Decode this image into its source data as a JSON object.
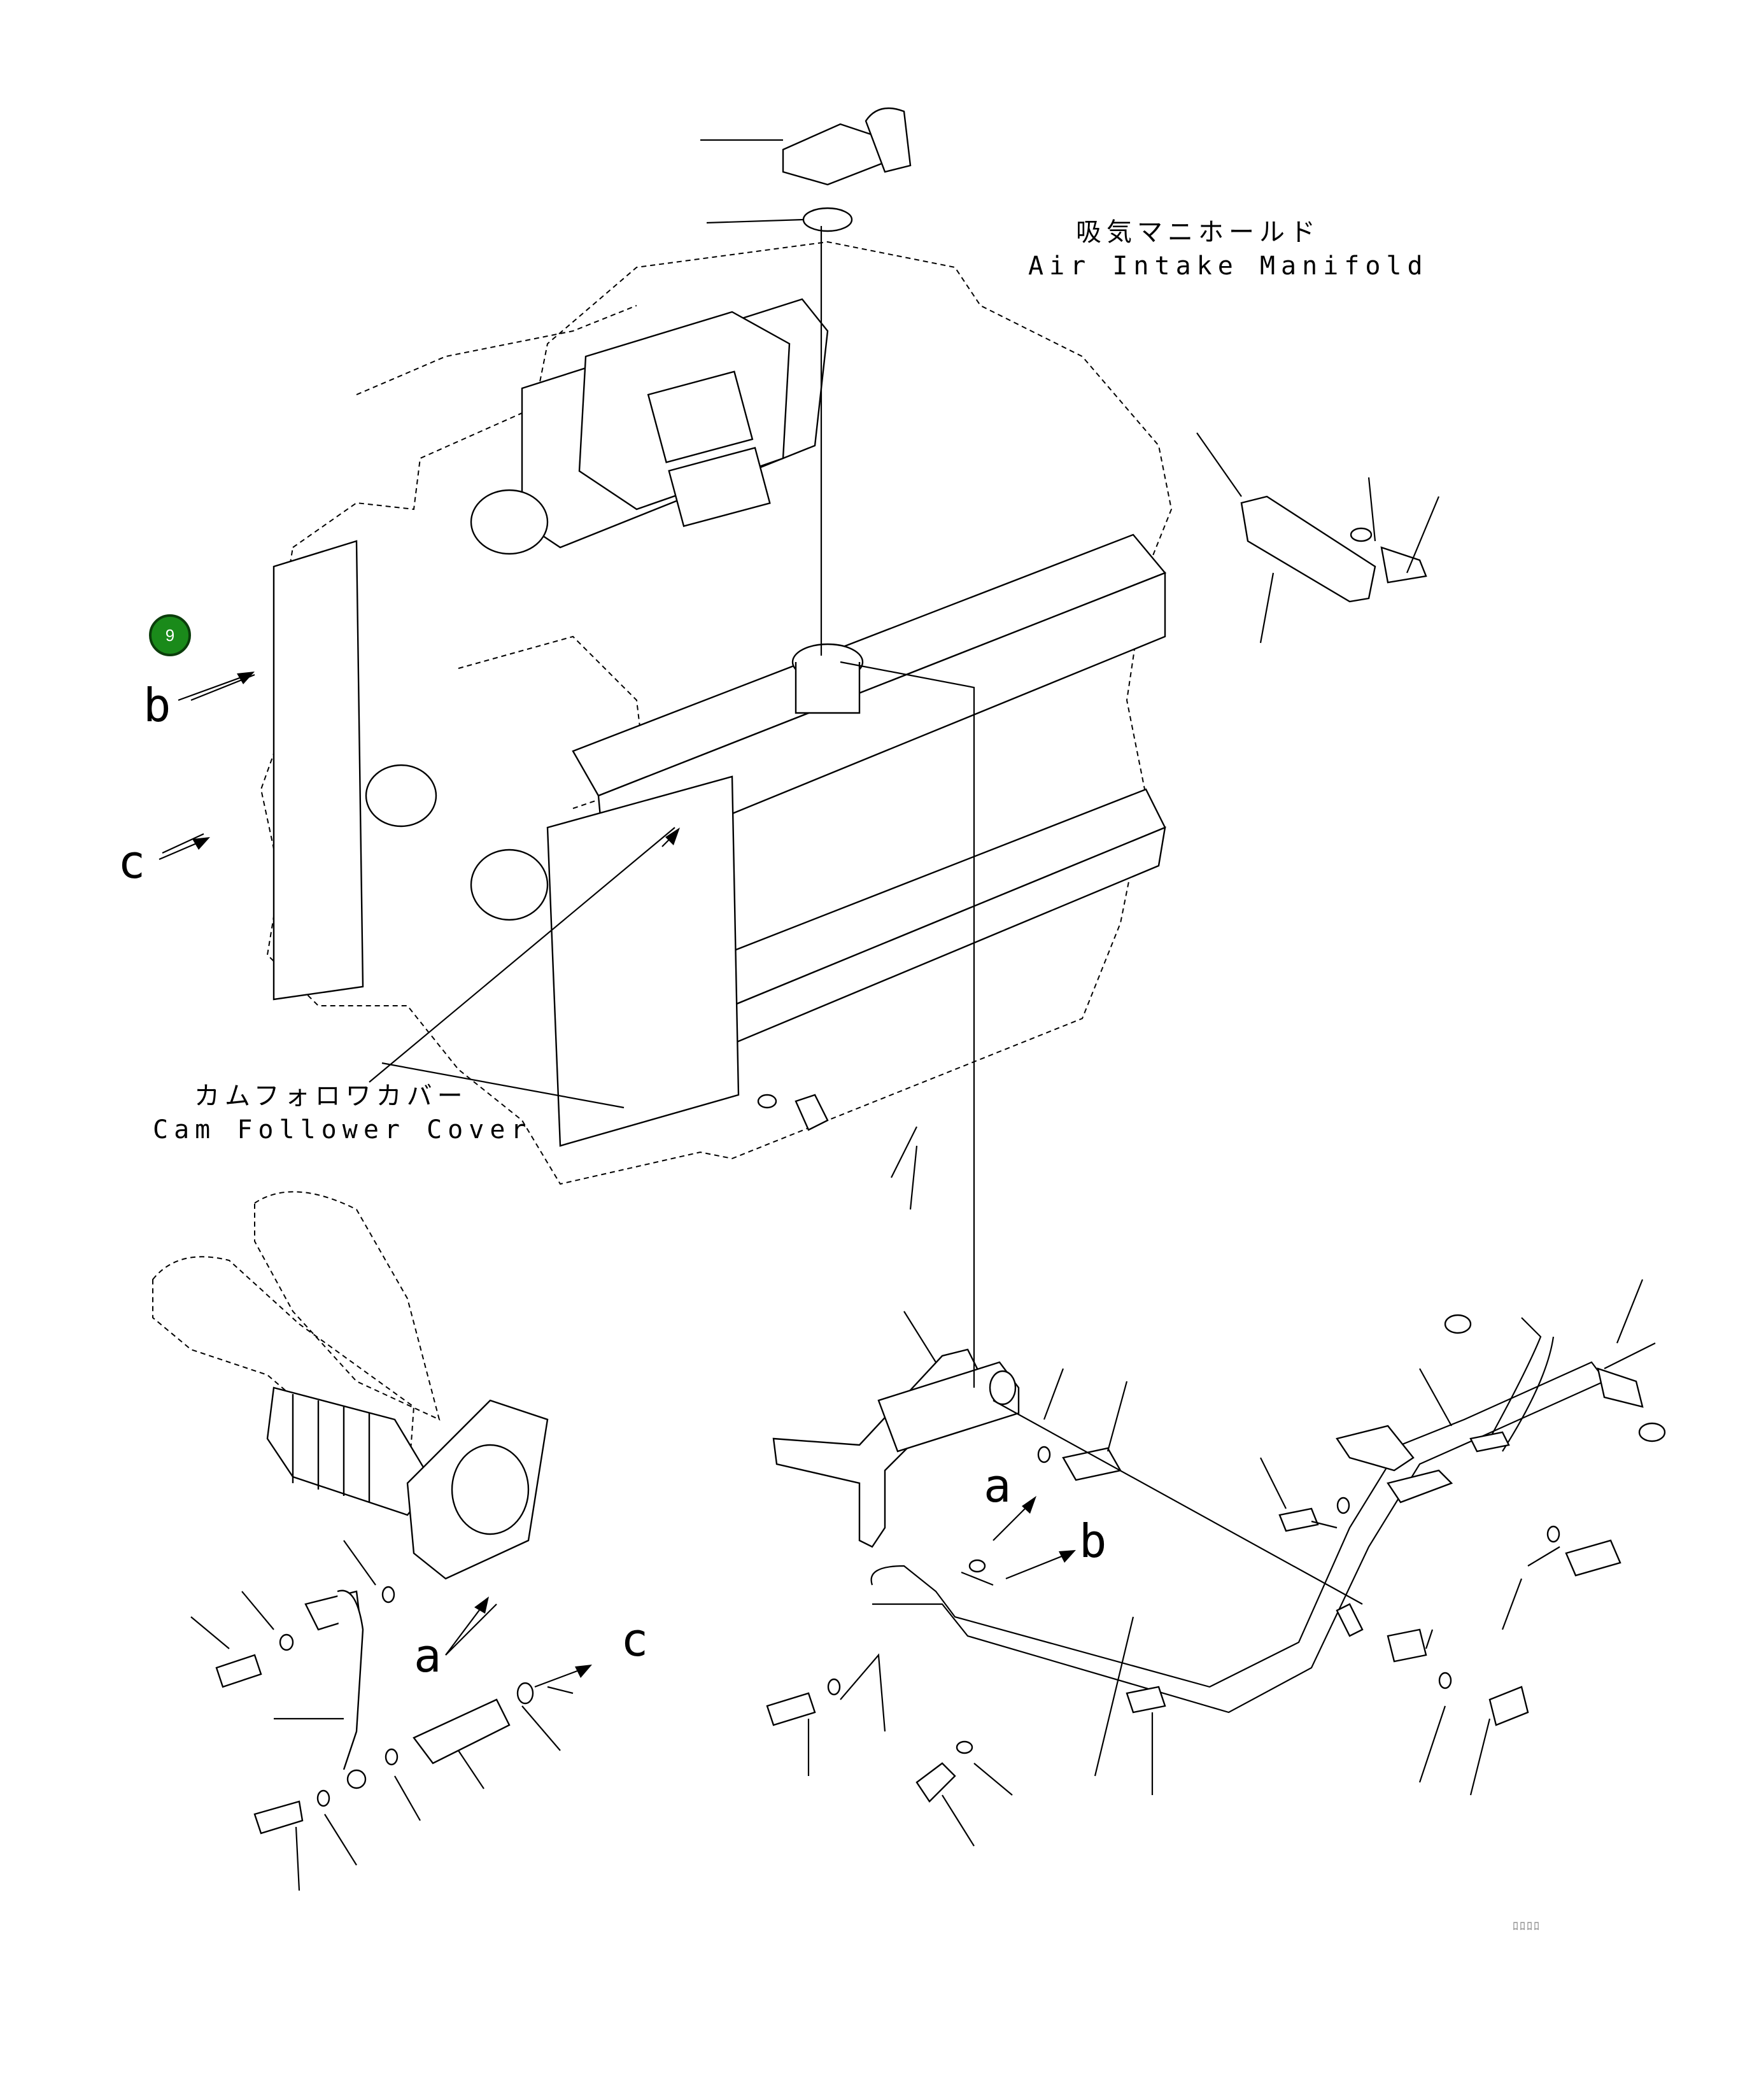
{
  "labels": {
    "air_intake_jp": "吸気マニホールド",
    "air_intake_en": "Air Intake Manifold",
    "cam_cover_jp": "カムフォロワカバー",
    "cam_cover_en": "Cam Follower Cover"
  },
  "view_letters": {
    "b_left": "b",
    "c_left": "c",
    "a_lower": "a",
    "c_lower": "c",
    "a_right": "a",
    "b_right": "b"
  },
  "callout_badge": "9",
  "drawing_code": "ﾛﾛﾛﾛ"
}
